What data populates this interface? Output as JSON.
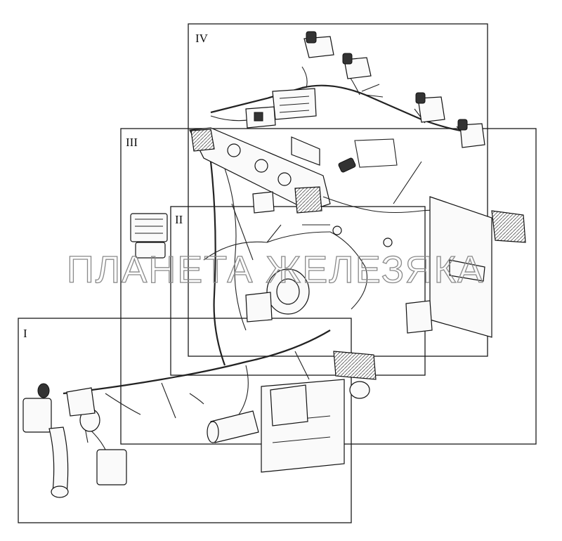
{
  "sections": [
    {
      "id": "I",
      "label": "I"
    },
    {
      "id": "II",
      "label": "II"
    },
    {
      "id": "III",
      "label": "III"
    },
    {
      "id": "IV",
      "label": "IV"
    }
  ],
  "watermark": "ПЛАНЕТА ЖЕЛЕЗЯКА"
}
